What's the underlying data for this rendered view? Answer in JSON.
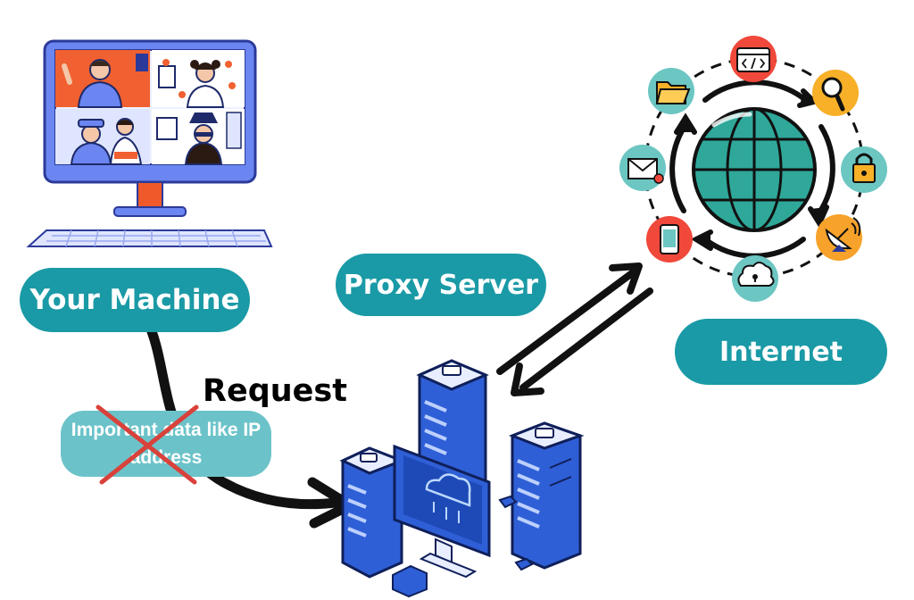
{
  "labels": {
    "your_machine": "Your Machine",
    "proxy_server": "Proxy Server",
    "internet": "Internet",
    "request": "Request",
    "blocked_data": "Important data like IP address"
  },
  "icons": {
    "computer": "desktop-video-call-icon",
    "keyboard": "keyboard-icon",
    "servers": "server-rack-icon",
    "monitor": "cloud-monitor-icon",
    "globe": "globe-icon",
    "orbit_icons": [
      "code-window-icon",
      "search-icon",
      "padlock-icon",
      "satellite-dish-icon",
      "cloud-lock-icon",
      "smartphone-icon",
      "email-alert-icon",
      "folder-icon"
    ],
    "cross": "red-cross-icon"
  },
  "colors": {
    "label_teal": "#1a9aa6",
    "blocked_box": "#6bc3c9",
    "computer_body": "#6b86f0",
    "computer_stand": "#f05a2a",
    "server_blue": "#2f5fd6",
    "globe_teal": "#2fa89a",
    "cross_red": "#d9413b"
  }
}
